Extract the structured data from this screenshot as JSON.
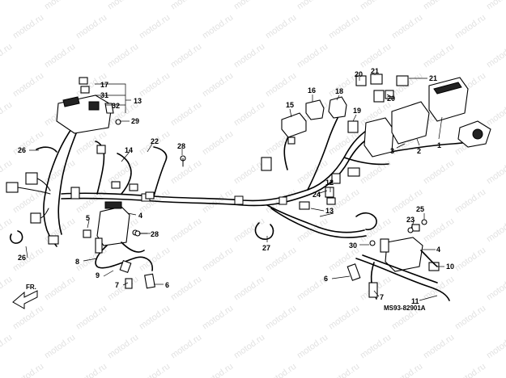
{
  "watermark": {
    "text": "motod.ru"
  },
  "direction_label": "FR.",
  "diagram_code": "MS93-82901A",
  "callouts": {
    "c1": "1",
    "c2": "2",
    "c3": "3",
    "c4a": "4",
    "c4b": "4",
    "c5": "5",
    "c6a": "6",
    "c6b": "6",
    "c7a": "7",
    "c7b": "7",
    "c8": "8",
    "c9": "9",
    "c10": "10",
    "c11": "11",
    "c12": "12",
    "c13a": "13",
    "c13b": "13",
    "c14": "14",
    "c15": "15",
    "c16": "16",
    "c17": "17",
    "c18": "18",
    "c19": "19",
    "c20a": "20",
    "c20b": "20",
    "c21a": "21",
    "c21b": "21",
    "c22": "22",
    "c23": "23",
    "c24": "24",
    "c25": "25",
    "c26a": "26",
    "c26b": "26",
    "c27": "27",
    "c28a": "28",
    "c28b": "28",
    "c29": "29",
    "c30": "30",
    "c31": "31",
    "c32": "32"
  }
}
